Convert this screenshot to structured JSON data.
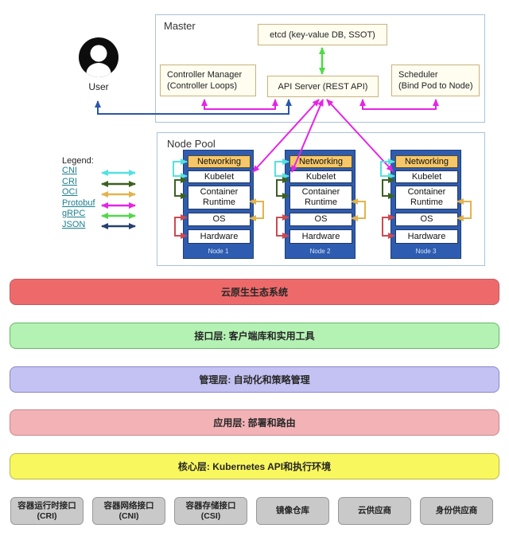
{
  "master": {
    "label": "Master",
    "etcd_label": "etcd (key-value DB, SSOT)",
    "controller_manager_line1": "Controller Manager",
    "controller_manager_line2": "(Controller Loops)",
    "api_server_label": "API Server (REST API)",
    "scheduler_line1": "Scheduler",
    "scheduler_line2": "(Bind Pod to Node)"
  },
  "user": {
    "label": "User"
  },
  "node_pool": {
    "label": "Node Pool",
    "layers": [
      "Networking",
      "Kubelet",
      "Container Runtime",
      "OS",
      "Hardware"
    ],
    "nodes": [
      "Node 1",
      "Node 2",
      "Node 3"
    ]
  },
  "legend": {
    "title": "Legend:",
    "items": [
      {
        "label": "CNI"
      },
      {
        "label": "CRI"
      },
      {
        "label": "OCI"
      },
      {
        "label": "Protobuf"
      },
      {
        "label": "gRPC"
      },
      {
        "label": "JSON"
      }
    ]
  },
  "layers": [
    {
      "label": "云原生生态系统",
      "fill": "#ee6a6a",
      "border": "#c05c63"
    },
    {
      "label": "接口层: 客户端库和实用工具",
      "fill": "#b4f2b4",
      "border": "#64b664"
    },
    {
      "label": "管理层: 自动化和策略管理",
      "fill": "#c4c2f2",
      "border": "#8a88cc"
    },
    {
      "label": "应用层: 部署和路由",
      "fill": "#f2b2b6",
      "border": "#c88a8e"
    },
    {
      "label": "核心层: Kubernetes API和执行环境",
      "fill": "#f8f75e",
      "border": "#b8b84a"
    }
  ],
  "providers": [
    {
      "line1": "容器运行时接口",
      "line2": "(CRI)"
    },
    {
      "line1": "容器网络接口",
      "line2": "(CNI)"
    },
    {
      "line1": "容器存储接口",
      "line2": "(CSI)"
    },
    {
      "line1": "镜像仓库",
      "line2": ""
    },
    {
      "line1": "云供应商",
      "line2": ""
    },
    {
      "line1": "身份供应商",
      "line2": ""
    }
  ],
  "colors": {
    "cyan": "#55e1e1",
    "darkgreen": "#3c611f",
    "gold": "#e2b44e",
    "magenta": "#e524e5",
    "green": "#52d84a",
    "navy": "#27416e",
    "blue": "#2d57a8",
    "red": "#cc4a52",
    "node_blue": "#2e5cb0",
    "networking_gold": "#f5c76a"
  }
}
